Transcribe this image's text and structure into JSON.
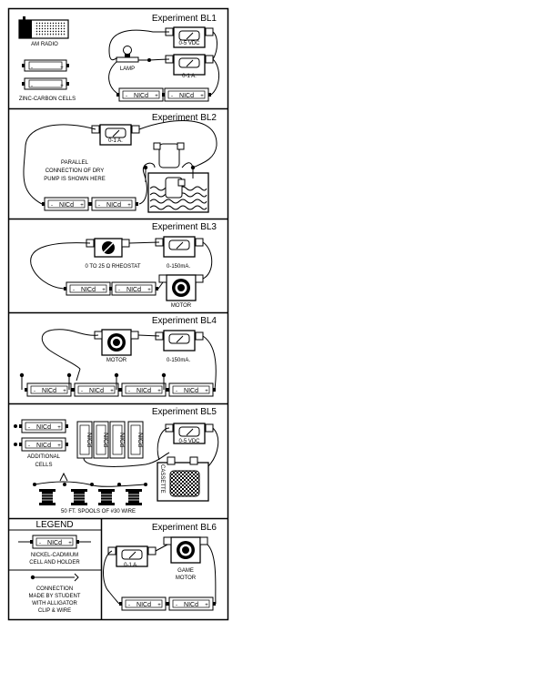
{
  "panels": [
    {
      "title": "Experiment BL1",
      "labels": {
        "radio": "AM RADIO",
        "cells": "ZINC-CARBON CELLS",
        "lamp": "LAMP",
        "voltmeter": "0-5 VDC",
        "ammeter": "0-1 A."
      }
    },
    {
      "title": "Experiment BL2",
      "labels": {
        "ammeter": "0-1 A.",
        "note_1": "PARALLEL",
        "note_2": "CONNECTION OF DRY",
        "note_3": "PUMP IS SHOWN HERE"
      }
    },
    {
      "title": "Experiment BL3",
      "labels": {
        "rheostat": "0 TO 25 Ω RHEOSTAT",
        "meter": "0-150mA.",
        "motor": "MOTOR"
      }
    },
    {
      "title": "Experiment BL4",
      "labels": {
        "motor": "MOTOR",
        "meter": "0-150mA."
      }
    },
    {
      "title": "Experiment BL5",
      "labels": {
        "additional_1": "ADDITIONAL",
        "additional_2": "CELLS",
        "voltmeter": "0-5 VDC",
        "cassette": "CASSETTE",
        "spools": "50 FT. SPOOLS OF #30 WIRE"
      }
    },
    {
      "title": "Experiment BL6",
      "labels": {
        "ammeter": "0-1 A.",
        "motor_1": "GAME",
        "motor_2": "MOTOR"
      }
    }
  ],
  "legend": {
    "title": "LEGEND",
    "cell_desc_1": "NICKEL-CADMIUM",
    "cell_desc_2": "CELL AND HOLDER",
    "conn_desc_1": "CONNECTION",
    "conn_desc_2": "MADE BY STUDENT",
    "conn_desc_3": "WITH ALLIGATOR",
    "conn_desc_4": "CLIP & WIRE"
  },
  "symbols": {
    "cell": "NICd",
    "plus": "+",
    "minus": "-"
  }
}
